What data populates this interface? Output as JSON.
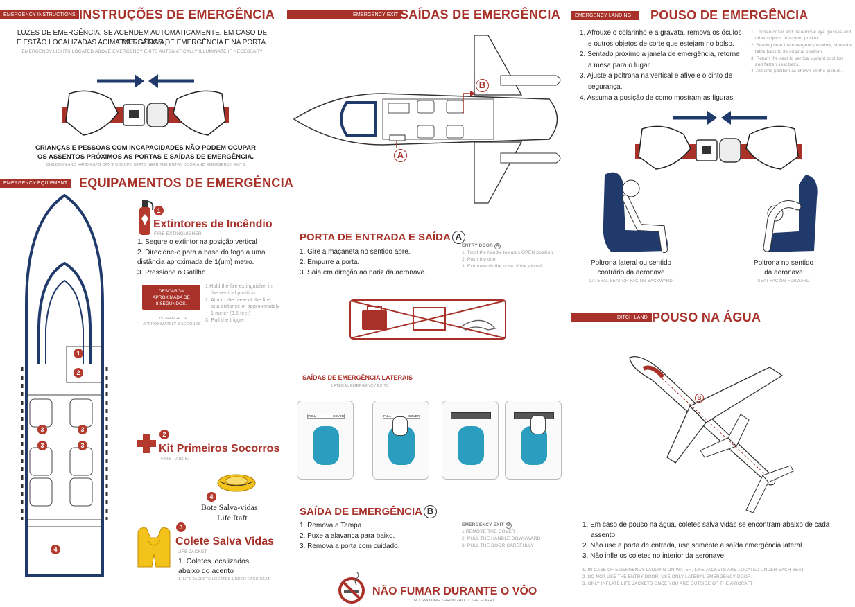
{
  "emergency_instructions": {
    "tag": "EMERGENCY INSTRUCTIONS",
    "title": "INSTRUÇÕES DE EMERGÊNCIA",
    "intro_line1": "LUZES DE EMERGÊNCIA, SE ACENDEM AUTOMATICAMENTE, EM CASO DE EMERGÊNCIA,",
    "intro_line2": "E ESTÃO LOCALIZADAS ACIMA DAS SAÍDAS DE EMERGÊNCIA E NA PORTA.",
    "intro_en": "EMERGENCY LIGHTS LOCATED ABOVE EMERGENCY EXITS AUTOMATICALLY ILLUMINATE IF NECESSARY",
    "children_line1": "CRIANÇAS E PESSOAS COM INCAPACIDADES NÃO PODEM OCUPAR",
    "children_line2": "OS ASSENTOS PRÓXIMOS AS PORTAS E SAÍDAS DE EMERGÊNCIA.",
    "children_en": "CHILDREN AND HANDICAPS CAN'T OCCUPY SEATS NEAR THE ENTRY DOOR AND EMERGENCY EXITS"
  },
  "equipment": {
    "tag": "EMERGENCY EQUIPMENT",
    "title": "EQUIPAMENTOS DE EMERGÊNCIA",
    "extinguisher_title": "Extintores de Incêndio",
    "extinguisher_en": "FIRE EXTINGUISHER",
    "extinguisher_steps": [
      "1. Segure o extintor na posição vertical",
      "2. Direcione-o para a base do fogo a uma",
      "distância aproximada de 1(um) metro.",
      "3. Pressione o Gatilho"
    ],
    "discharge_box": "DESCARGA APROXIMADA DE 8 SEGUNDOS.",
    "discharge_en": "DISCHARGE OF APPROXIMATELY 8 SECONDS",
    "extinguisher_steps_en": [
      "1.Hold the fire extinguisher in",
      "the vertical position.",
      "2. Aim to the base of the fire,",
      "at a distance of approximately",
      "1 meter (3,5 feet)",
      "3. Pull the trigger."
    ],
    "first_aid_title": "Kit Primeiros Socorros",
    "first_aid_en": "FIRST AID KIT",
    "raft_title": "Bote Salva-vidas",
    "raft_en": "Life Raft",
    "vest_title": "Colete Salva Vidas",
    "vest_en": "LIFE JACKET",
    "vest_line1": "1. Coletes localizados",
    "vest_line2": "abaixo do acento",
    "vest_small_en": "1. LIFE JACKETS LOCATED UNDER EACH SEAT",
    "num_1": "1",
    "num_2": "2",
    "num_3": "3",
    "num_4": "4"
  },
  "exits": {
    "tag": "EMERGENCY EXIT",
    "title": "SAÍDAS DE EMERGÊNCIA",
    "label_a": "A",
    "label_b": "B",
    "door_title": "PORTA DE ENTRADA E SAÍDA",
    "door_steps": [
      "1. Gire a maçaneta no sentido abre.",
      "2. Empurre a porta.",
      "3. Saia em direção ao nariz da aeronave."
    ],
    "door_en_title": "ENTRY DOOR",
    "door_en": [
      "1. Twist the handle towards OPEN position",
      "2. Push the door",
      "3. Exit towards the nose of the aircraft."
    ],
    "lateral_title": "SAÍDAS DE EMERGÊNCIA LATERAIS",
    "lateral_en": "LATERAL EMERGENCY EXITS",
    "panel_pull": "PULL",
    "panel_cover": "COVER",
    "exit_b_title": "SAÍDA DE EMERGÊNCIA",
    "exit_b_steps": [
      "1. Remova a Tampa",
      "2. Puxe a alavanca para baixo.",
      "3. Remova a porta com cuidado."
    ],
    "exit_b_en_title": "EMERGENCY EXIT",
    "exit_b_en": [
      "1.REMOVE THE COVER",
      "2. PULL THE HANDLE DOWNWARD",
      "3. PULL THE DOOR CAREFULLY"
    ],
    "no_smoking": "NÃO FUMAR DURANTE O VÔO",
    "no_smoking_en": "NO SMOKING THROUGHOUT THE FLIGHT"
  },
  "landing": {
    "tag": "EMERGENCY LANDING",
    "title": "POUSO DE EMERGÊNCIA",
    "steps": [
      "1. Afrouxe o colarinho e a gravata, remova os óculos",
      "e outros objetos de corte que estejam no bolso.",
      "2. Sentado próximo a janela de emergência, retorne",
      "a mesa para o lugar.",
      "3. Ajuste a poltrona na vertical e afivele o cinto de",
      "segurança.",
      "4. Assuma a posição de como mostram as figuras."
    ],
    "steps_en": [
      "1. Loosen collar and tie remove eye glasses and",
      "other objects from your pocket.",
      "2. Seating near the emergency window, show the",
      "table back to its original position",
      "3. Return the seat to vertical upright position",
      "and fasten seat belts.",
      "4. Assume position as shown on the picture."
    ],
    "seat_left_1": "Poltrona lateral ou sentido",
    "seat_left_2": "contrário da aeronave",
    "seat_left_en": "LATERAL SEAT OR FACING BACKWARD",
    "seat_right_1": "Poltrona no sentido",
    "seat_right_2": "da aeronave",
    "seat_right_en": "SEAT FACING FORWARD"
  },
  "ditch": {
    "tag": "DITCH LAND",
    "title": "POUSO NA ÁGUA",
    "label_b": "B",
    "steps": [
      "1. Em caso de pouso na água, coletes salva vidas se encontram abaixo de cada",
      "assento.",
      "2. Não use a porta de entrada,  use somente a saída emergência lateral.",
      "3. Não infle os coletes no interior da aeronave."
    ],
    "steps_en": [
      "1. IN CASE OF EMERGENCY LANDING ON WATER, LIFE JACKETS ARE LOCATED UNDER EACH SEAT.",
      "2. DO NOT USE THE ENTRY DOOR. USE ONLY LATERAL EMERGENCY DOOR.",
      "3. ONLY INFLATE LIFE JACKETS ONCE YOU ARE OUTSIDE OF THE AIRCRAFT"
    ]
  },
  "colors": {
    "accent": "#a8322a",
    "navy": "#1f3a6b",
    "water": "#2b9ec0"
  },
  "icons": [
    "hands-buckle-icon",
    "fire-extinguisher-icon",
    "first-aid-cross-icon",
    "life-raft-icon",
    "life-vest-icon",
    "aircraft-topview-icon",
    "no-baggage-icon",
    "exit-panel-icon",
    "no-smoking-icon",
    "brace-position-icon",
    "ditching-aircraft-icon"
  ]
}
